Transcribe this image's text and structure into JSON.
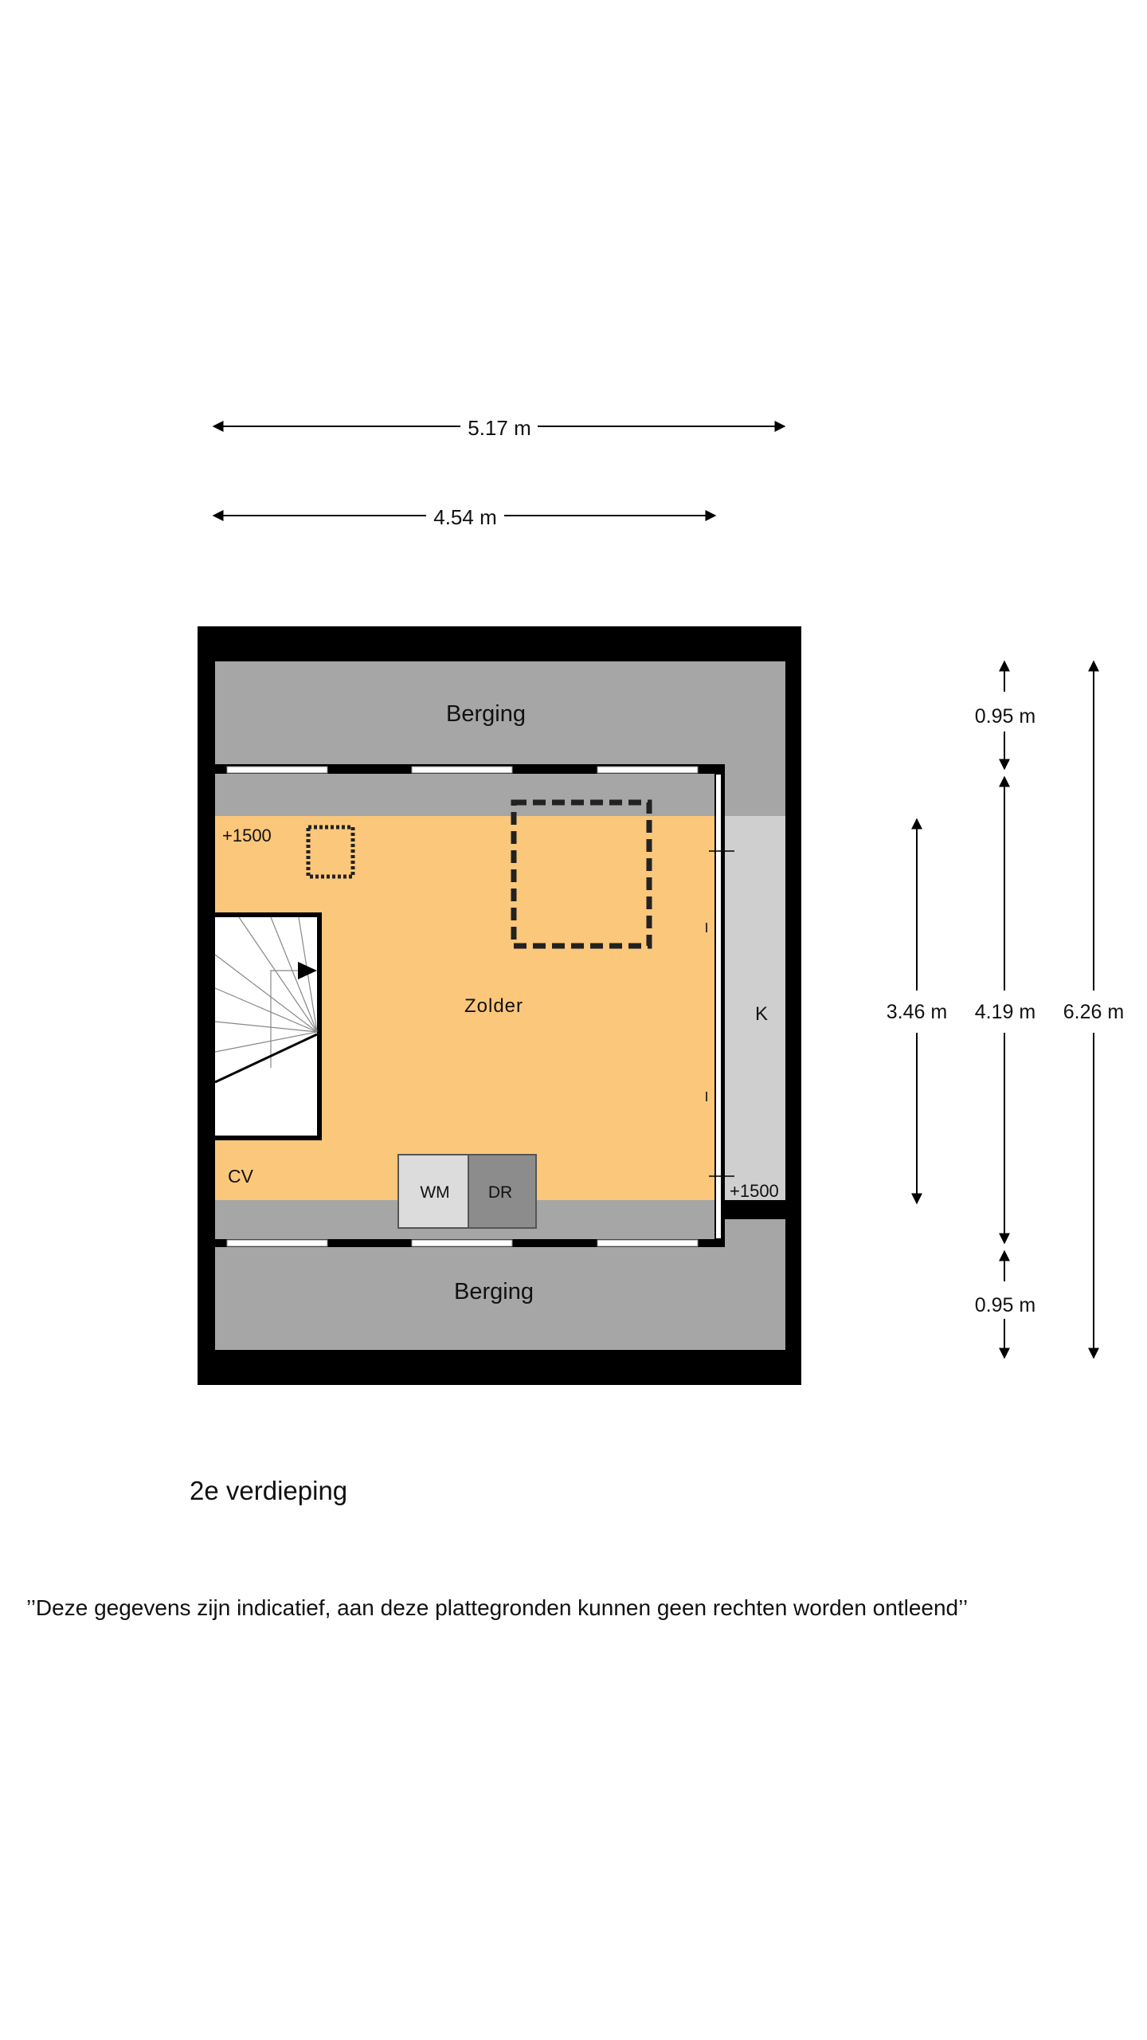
{
  "dimensions": {
    "top_outer": "5.17 m",
    "top_inner": "4.54 m",
    "right_top": "0.95 m",
    "right_middle": "4.19 m",
    "right_bottom": "0.95 m",
    "right_total": "6.26 m",
    "right_room": "3.46 m"
  },
  "rooms": {
    "berging_top": "Berging",
    "berging_bottom": "Berging",
    "zolder": "Zolder",
    "k": "K",
    "cv": "CV",
    "wm": "WM",
    "dr": "DR",
    "level_left": "+1500",
    "level_right": "+1500"
  },
  "floor_title": "2e verdieping",
  "disclaimer": "’’Deze gegevens zijn indicatief, aan deze plattegronden kunnen geen rechten worden ontleend’’",
  "colors": {
    "wall": "#000000",
    "storage": "#a6a6a6",
    "attic": "#fbc77a",
    "knee_wall": "#cfcfcf",
    "stair": "#ffffff"
  }
}
